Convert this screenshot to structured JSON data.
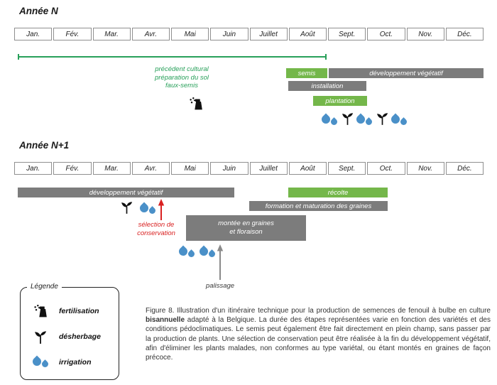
{
  "years": {
    "n": "Année N",
    "n1": "Année N+1"
  },
  "months": [
    "Jan.",
    "Fév.",
    "Mar.",
    "Avr.",
    "Mai",
    "Juin",
    "Juillet",
    "Août",
    "Sept.",
    "Oct.",
    "Nov.",
    "Déc."
  ],
  "year_n": {
    "note": {
      "line1": "précédent cultural",
      "line2": "préparation du sol",
      "line3": "faux-semis"
    },
    "bars": {
      "semis": "semis",
      "dev_veg": "développement végétatif",
      "installation": "installation",
      "plantation": "plantation"
    }
  },
  "year_n1": {
    "bars": {
      "dev_veg": "développement végétatif",
      "recolte": "récolte",
      "formation": "formation et maturation des graines",
      "montee_line1": "montée en graines",
      "montee_line2": "et floraison"
    },
    "annotations": {
      "selection_line1": "sélection de",
      "selection_line2": "conservation",
      "palissage": "palissage"
    }
  },
  "legend": {
    "title": "Légende",
    "items": [
      {
        "label": "fertilisation"
      },
      {
        "label": "désherbage"
      },
      {
        "label": "irrigation"
      }
    ]
  },
  "caption": {
    "part1": "Figure 8. Illustration d'un itinéraire technique pour la production de semences de fenouil à bulbe en culture ",
    "bold": "bisannuelle",
    "part2": " adapté à la Belgique. La durée des étapes représentées varie en fonction des variétés et des conditions pédoclimatiques. Le semis peut également être fait directement en plein champ, sans passer par la production de plants. Une sélection de conservation peut être réalisée à la fin du développement végétatif, afin d'éliminer les plants malades, non conformes au type variétal, ou étant montés en graines de façon précoce."
  },
  "colors": {
    "green": "#74b74a",
    "tgreen": "#28a05a",
    "gray": "#7c7c7c",
    "red": "#d92121",
    "blue": "#4a90c8"
  }
}
